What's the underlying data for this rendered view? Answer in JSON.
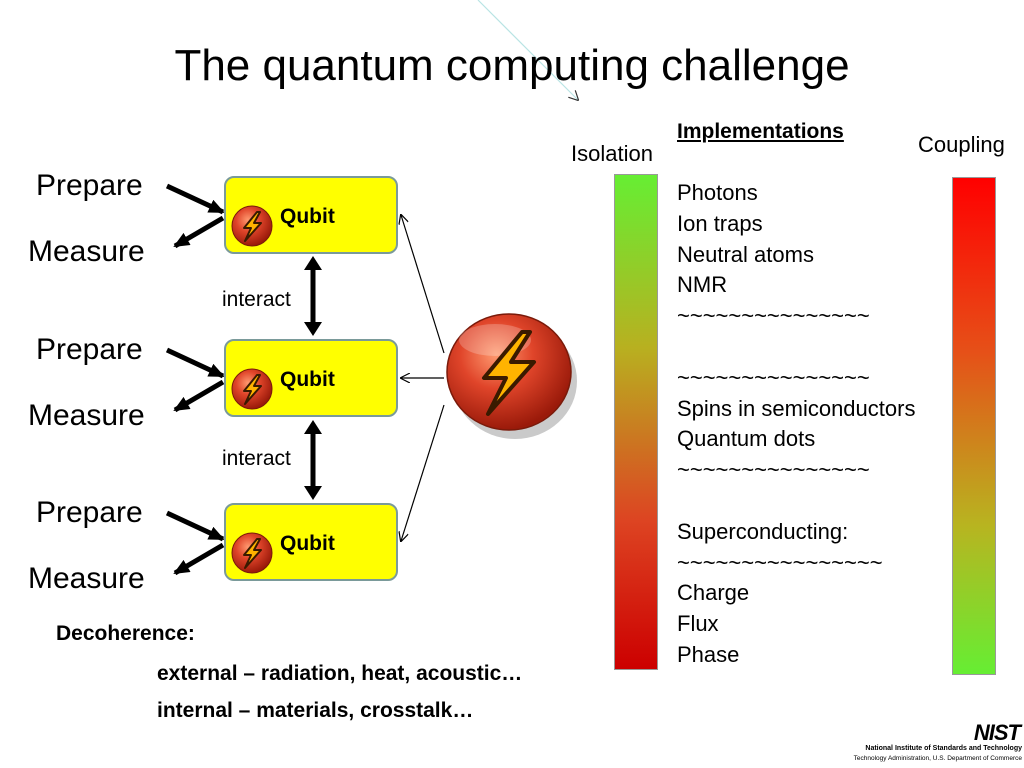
{
  "title": "The quantum computing challenge",
  "rows": [
    {
      "prepare": "Prepare",
      "measure": "Measure",
      "qubit": "Qubit"
    },
    {
      "prepare": "Prepare",
      "measure": "Measure",
      "qubit": "Qubit"
    },
    {
      "prepare": "Prepare",
      "measure": "Measure",
      "qubit": "Qubit"
    }
  ],
  "interact_labels": [
    "interact",
    "interact"
  ],
  "isolation_label": "Isolation",
  "coupling_label": "Coupling",
  "implementations": {
    "header": "Implementations",
    "items": [
      "Photons",
      "Ion traps",
      "Neutral atoms",
      "NMR",
      "~~~~~~~~~~~~~~~",
      "",
      "~~~~~~~~~~~~~~~",
      "Spins in semiconductors",
      "Quantum dots",
      "~~~~~~~~~~~~~~~",
      "",
      "Superconducting:",
      "~~~~~~~~~~~~~~~~",
      "Charge",
      "Flux",
      "Phase"
    ]
  },
  "decoherence": {
    "label": "Decoherence:",
    "external": "external – radiation, heat, acoustic…",
    "internal": "internal – materials, crosstalk…"
  },
  "footer": {
    "logo_mark": "NIST",
    "line1": "National Institute of Standards and Technology",
    "line2": "Technology Administration, U.S. Department of Commerce"
  },
  "colors": {
    "qubit_fill": "#ffff00",
    "isolation_top": "#66ee33",
    "isolation_bottom": "#cc0000",
    "coupling_top": "#ff0000",
    "coupling_bottom": "#66ee33",
    "orb": "#d83a20"
  },
  "icons": [
    "lightning-orb-icon",
    "arrow-icon",
    "double-arrow-icon"
  ]
}
